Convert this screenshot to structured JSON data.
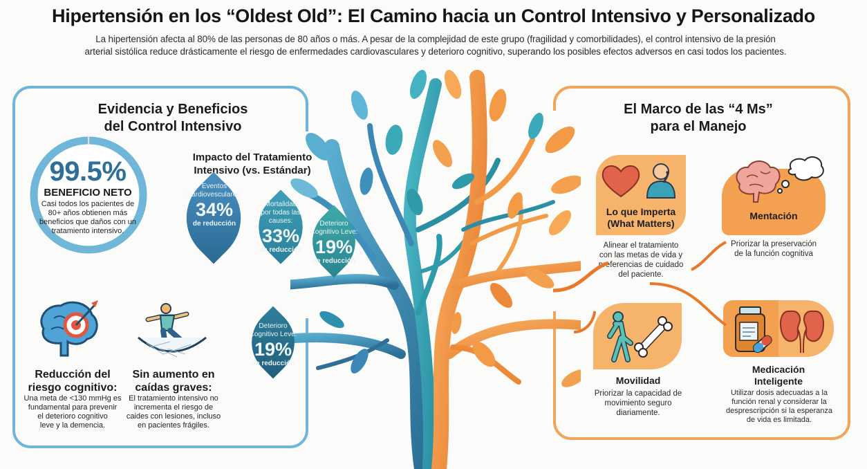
{
  "header": {
    "title": "Hipertensión en los “Oldest Old”: El Camino hacia un Control Intensivo y Personalizado",
    "subtitle_line1": "La hipertensión afecta al 80% de las personas de 80 años o más. A pesar de la complejidad de este grupo (fragilidad y comorbilidades), el control intensivo de la presión",
    "subtitle_line2": "arterial sistólica reduce drásticamente el riesgo de enfermedades cardiovasculares y deterioro cognitivo, superando los posibles efectos adversos en casi todos los pacientes."
  },
  "colors": {
    "blue_frame": "#6fb6d8",
    "orange_frame": "#f0a55b",
    "blue_dark": "#2e6f9a",
    "teal": "#3a9aa8",
    "orange": "#f29a45",
    "card_orange": "#f5b36c"
  },
  "left_panel": {
    "title_line1": "Evidencia y Beneficios",
    "title_line2": "del Control Intensivo",
    "net_benefit": {
      "value": "99.5%",
      "fraction": 0.995,
      "label": "BENEFICIO NETO",
      "text_line1": "Casi todos los pacientes de",
      "text_line2": "80+ años obtienen más",
      "text_line3": "beneficios que daños con un",
      "text_line4": "tratamiento intensivo."
    },
    "impact": {
      "title_line1": "Impacto del Tratamiento",
      "title_line2": "Intensivo (vs. Estándar)",
      "leaves": [
        {
          "label_line1": "Eventos",
          "label_line2": "Cardiovesculares:",
          "label_line3": "",
          "value": "34%",
          "sub": "de reducción"
        },
        {
          "label_line1": "Mortalidad",
          "label_line2": "por todas las",
          "label_line3": "causes:",
          "value": "33%",
          "sub": "de reducción"
        },
        {
          "label_line1": "Deterioro",
          "label_line2": "Cognitivo Leve:",
          "label_line3": "",
          "value": "19%",
          "sub": "de reducción"
        },
        {
          "label_line1": "Deterioro",
          "label_line2": "Cognitivo Leve:",
          "label_line3": "",
          "value": "19%",
          "sub": "de reducción"
        }
      ]
    },
    "features": [
      {
        "icon": "brain-target-icon",
        "title_line1": "Reducción del",
        "title_line2": "riesgo cognitivo:",
        "text_line1": "Una meta de <130 mmHg es",
        "text_line2": "fundamental para prevenir",
        "text_line3": "el deterioro cognitivo",
        "text_line4": "leve y la demencia."
      },
      {
        "icon": "person-safety-net-icon",
        "title_line1": "Sin aumento en",
        "title_line2": "caídas graves:",
        "text_line1": "El tratamiento intensivo no",
        "text_line2": "incrementa el riesgo de",
        "text_line3": "caides con lesiones, incluso",
        "text_line4": "en pacientes frágiles."
      }
    ]
  },
  "right_panel": {
    "title_line1": "El Marco de las “4 Ms”",
    "title_line2": "para el Manejo",
    "items": [
      {
        "icon": "heart-person-icon",
        "title_line1": "Lo que Imperta",
        "title_line2": "(What Matters)",
        "text_line1": "Alinear el tratamiento",
        "text_line2": "con las metas de vida y",
        "text_line3": "preferencias de cuidado",
        "text_line4": "del paciente."
      },
      {
        "icon": "brain-thought-icon",
        "title_line1": "Mentación",
        "title_line2": "",
        "text_line1": "Priorizar la preservación",
        "text_line2": "de la función cognitiva",
        "text_line3": "",
        "text_line4": ""
      },
      {
        "icon": "walking-bone-icon",
        "title_line1": "Movilidad",
        "title_line2": "",
        "text_line1": "Priorizar la capacidad de",
        "text_line2": "movimiento seguro",
        "text_line3": "diariamente.",
        "text_line4": ""
      },
      {
        "icon": "pill-kidney-icon",
        "title_line1": "Medicación",
        "title_line2": "Inteligente",
        "text_line1": "Utilizar dosis adecuadas a la",
        "text_line2": "función renal y considerar la",
        "text_line3": "desprescripción si la esperanza",
        "text_line4": "de vida es limitada."
      }
    ]
  }
}
